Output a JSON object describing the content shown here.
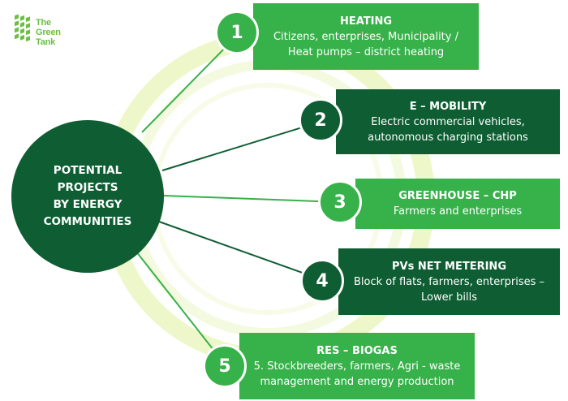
{
  "logo": {
    "line1": "The",
    "line2": "Green",
    "line3": "Tank"
  },
  "hub": {
    "lines": [
      "POTENTIAL",
      "PROJECTS",
      "BY ENERGY",
      "COMMUNITIES"
    ]
  },
  "projects": [
    {
      "number": "1",
      "title": "HEATING",
      "lines": [
        "Citizens, enterprises, Municipality /",
        "Heat pumps – district heating"
      ],
      "style": "light"
    },
    {
      "number": "2",
      "title": "E – MOBILITY",
      "lines": [
        "Electric commercial vehicles,",
        "autonomous charging stations"
      ],
      "style": "dark"
    },
    {
      "number": "3",
      "title": "GREENHOUSE – CHP",
      "lines": [
        "Farmers and enterprises"
      ],
      "style": "light"
    },
    {
      "number": "4",
      "title": "PVs NET METERING",
      "lines": [
        "Block of flats, farmers, enterprises –",
        "Lower bills"
      ],
      "style": "dark"
    },
    {
      "number": "5",
      "title": "RES – BIOGAS",
      "lines": [
        "5. Stockbreeders, farmers, Agri - waste",
        "management and energy production"
      ],
      "style": "light"
    }
  ],
  "colors": {
    "dark_green": "#0f5e33",
    "light_green": "#37b14a",
    "logo_green": "#6cbf43"
  }
}
